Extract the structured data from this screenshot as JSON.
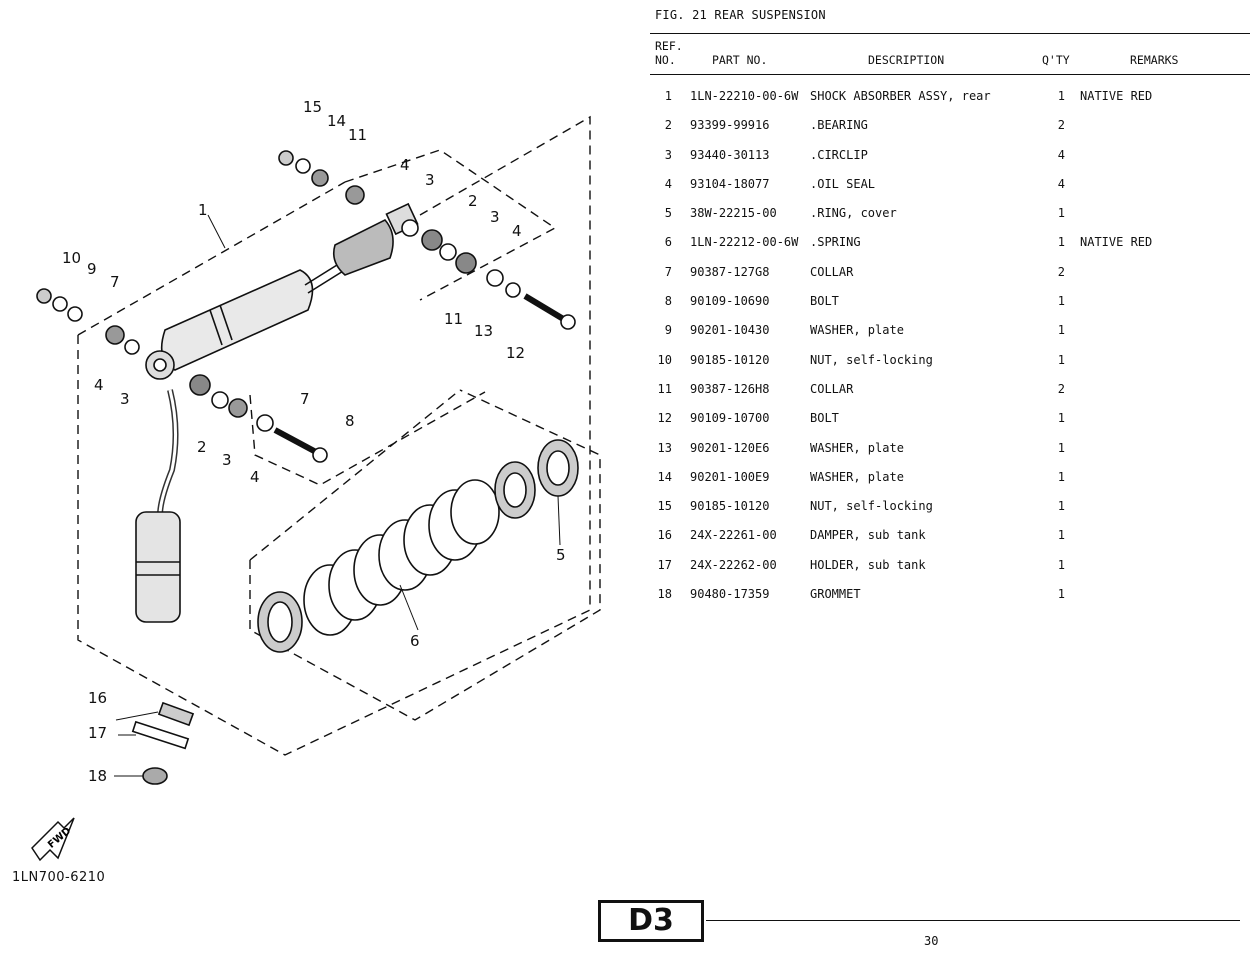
{
  "header": {
    "figure_title": "FIG. 21  REAR SUSPENSION"
  },
  "columns": {
    "ref": "REF.\nNO.",
    "part_no": "PART NO.",
    "description": "DESCRIPTION",
    "qty": "Q'TY",
    "remarks": "REMARKS"
  },
  "parts": [
    {
      "ref": "1",
      "part_no": "1LN-22210-00-6W",
      "description": "SHOCK ABSORBER ASSY, rear",
      "qty": "1",
      "remarks": "NATIVE RED"
    },
    {
      "ref": "2",
      "part_no": "93399-99916",
      "description": ".BEARING",
      "qty": "2",
      "remarks": ""
    },
    {
      "ref": "3",
      "part_no": "93440-30113",
      "description": ".CIRCLIP",
      "qty": "4",
      "remarks": ""
    },
    {
      "ref": "4",
      "part_no": "93104-18077",
      "description": ".OIL SEAL",
      "qty": "4",
      "remarks": ""
    },
    {
      "ref": "5",
      "part_no": "38W-22215-00",
      "description": ".RING, cover",
      "qty": "1",
      "remarks": ""
    },
    {
      "ref": "6",
      "part_no": "1LN-22212-00-6W",
      "description": ".SPRING",
      "qty": "1",
      "remarks": "NATIVE RED"
    },
    {
      "ref": "7",
      "part_no": "90387-127G8",
      "description": "COLLAR",
      "qty": "2",
      "remarks": ""
    },
    {
      "ref": "8",
      "part_no": "90109-10690",
      "description": "BOLT",
      "qty": "1",
      "remarks": ""
    },
    {
      "ref": "9",
      "part_no": "90201-10430",
      "description": "WASHER, plate",
      "qty": "1",
      "remarks": ""
    },
    {
      "ref": "10",
      "part_no": "90185-10120",
      "description": "NUT, self-locking",
      "qty": "1",
      "remarks": ""
    },
    {
      "ref": "11",
      "part_no": "90387-126H8",
      "description": "COLLAR",
      "qty": "2",
      "remarks": ""
    },
    {
      "ref": "12",
      "part_no": "90109-10700",
      "description": "BOLT",
      "qty": "1",
      "remarks": ""
    },
    {
      "ref": "13",
      "part_no": "90201-120E6",
      "description": "WASHER, plate",
      "qty": "1",
      "remarks": ""
    },
    {
      "ref": "14",
      "part_no": "90201-100E9",
      "description": "WASHER, plate",
      "qty": "1",
      "remarks": ""
    },
    {
      "ref": "15",
      "part_no": "90185-10120",
      "description": "NUT, self-locking",
      "qty": "1",
      "remarks": ""
    },
    {
      "ref": "16",
      "part_no": "24X-22261-00",
      "description": "DAMPER, sub tank",
      "qty": "1",
      "remarks": ""
    },
    {
      "ref": "17",
      "part_no": "24X-22262-00",
      "description": "HOLDER, sub tank",
      "qty": "1",
      "remarks": ""
    },
    {
      "ref": "18",
      "part_no": "90480-17359",
      "description": "GROMMET",
      "qty": "1",
      "remarks": ""
    }
  ],
  "diagram": {
    "callouts": [
      "1",
      "2",
      "2",
      "3",
      "3",
      "3",
      "4",
      "4",
      "4",
      "4",
      "5",
      "6",
      "7",
      "7",
      "8",
      "9",
      "10",
      "11",
      "11",
      "12",
      "13",
      "14",
      "15",
      "16",
      "17",
      "18"
    ],
    "fwd_label": "FWD",
    "drawing_code": "1LN700-6210"
  },
  "footer": {
    "section": "D3",
    "page": "30"
  }
}
